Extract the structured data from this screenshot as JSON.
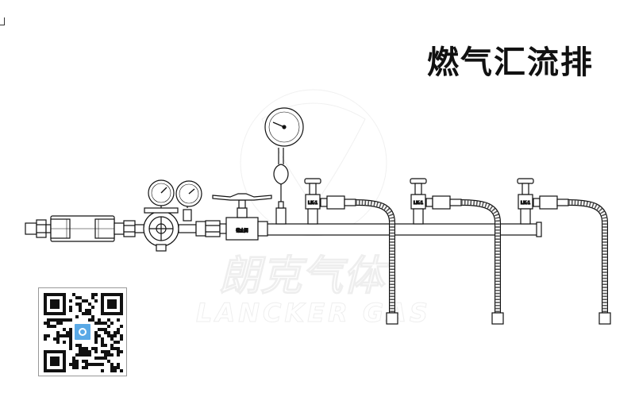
{
  "title": "燃气汇流排",
  "valve_tag": "截止阀",
  "outlet_tags": [
    "LK-1",
    "LK-1",
    "LK-1"
  ],
  "watermark": {
    "line1": "朗克气体",
    "line2": "LANCKER GAS"
  },
  "qr_code": {
    "logo_color": "#5aa9e6"
  }
}
